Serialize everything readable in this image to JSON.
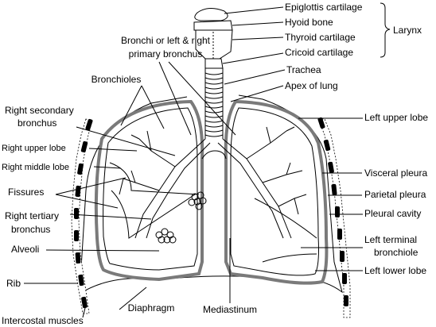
{
  "labels": {
    "epiglottis": "Epiglottis cartilage",
    "hyoid": "Hyoid bone",
    "thyroid": "Thyroid cartilage",
    "cricoid": "Cricoid cartilage",
    "larynx": "Larynx",
    "trachea": "Trachea",
    "apex": "Apex of lung",
    "bronchi_line1": "Bronchi or left & right",
    "bronchi_line2": "primary bronchus",
    "bronchioles": "Bronchioles",
    "right_secondary_line1": "Right secondary",
    "right_secondary_line2": "bronchus",
    "right_upper_lobe": "Right upper lobe",
    "right_middle_lobe": "Right middle lobe",
    "fissures": "Fissures",
    "right_tertiary_line1": "Right tertiary",
    "right_tertiary_line2": "bronchus",
    "alveoli": "Alveoli",
    "rib": "Rib",
    "intercostal": "Intercostal muscles",
    "diaphragm": "Diaphragm",
    "mediastinum": "Mediastinum",
    "left_upper_lobe": "Left upper lobe",
    "visceral_pleura": "Visceral pleura",
    "parietal_pleura": "Parietal pleura",
    "pleural_cavity": "Pleural cavity",
    "left_terminal_line1": "Left terminal",
    "left_terminal_line2": "bronchiole",
    "left_lower_lobe": "Left lower lobe"
  }
}
